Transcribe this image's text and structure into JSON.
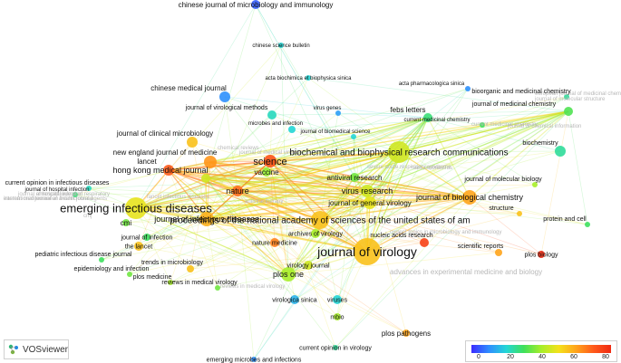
{
  "logo": {
    "name": "VOSviewer"
  },
  "legend": {
    "ticks": [
      "0",
      "20",
      "40",
      "60",
      "80"
    ],
    "min": 0,
    "max": 80
  },
  "network": {
    "nodes": [
      {
        "id": "cjmi",
        "label": "chinese journal of microbiology and immunology",
        "score": 5
      },
      {
        "id": "csb",
        "label": "chinese science bulletin",
        "score": 20
      },
      {
        "id": "abbs",
        "label": "acta biochimica et biophysica sinica",
        "score": 20
      },
      {
        "id": "cmj",
        "label": "chinese medical journal",
        "score": 10
      },
      {
        "id": "aps",
        "label": "acta pharmacologica sinica",
        "score": 10
      },
      {
        "id": "bmcc",
        "label": "bioorganic and medicinal chemistry",
        "score": 25
      },
      {
        "id": "jvm",
        "label": "journal of virological methods",
        "score": 22
      },
      {
        "id": "vg",
        "label": "virus genes",
        "score": 12
      },
      {
        "id": "febs",
        "label": "febs letters",
        "score": 28
      },
      {
        "id": "jmc",
        "label": "journal of medicinal chemistry",
        "score": 32
      },
      {
        "id": "mi",
        "label": "microbes and infection",
        "score": 20
      },
      {
        "id": "cmc",
        "label": "current medicinal chemistry",
        "score": 30
      },
      {
        "id": "jbs",
        "label": "journal of biomedical science",
        "score": 20
      },
      {
        "id": "jcm",
        "label": "journal of clinical microbiology",
        "score": 55
      },
      {
        "id": "bbrc",
        "label": "biochemical and biophysical research communications",
        "score": 45
      },
      {
        "id": "biochem",
        "label": "biochemistry",
        "score": 25
      },
      {
        "id": "nejm",
        "label": "new england journal of medicine",
        "score": 62
      },
      {
        "id": "lancet",
        "label": "lancet",
        "score": 70
      },
      {
        "id": "science",
        "label": "science",
        "score": 72
      },
      {
        "id": "vaccine",
        "label": "vaccine",
        "score": 38
      },
      {
        "id": "hkmj",
        "label": "hong kong medical journal",
        "score": 45
      },
      {
        "id": "antiviral",
        "label": "antiviral research",
        "score": 35
      },
      {
        "id": "nature",
        "label": "nature",
        "score": 68
      },
      {
        "id": "jmb",
        "label": "journal of molecular biology",
        "score": 40
      },
      {
        "id": "coid",
        "label": "current opinion in infectious diseases",
        "score": 22
      },
      {
        "id": "jhi",
        "label": "journal of hospital infection",
        "score": 28
      },
      {
        "id": "virres",
        "label": "virus research",
        "score": 45
      },
      {
        "id": "jgv",
        "label": "journal of general virology",
        "score": 48
      },
      {
        "id": "jbc",
        "label": "journal of biological chemistry",
        "score": 60
      },
      {
        "id": "eid",
        "label": "emerging infectious diseases",
        "score": 48
      },
      {
        "id": "jid",
        "label": "journal of infectious diseases",
        "score": 58
      },
      {
        "id": "pnas",
        "label": "proceedings of the national academy of sciences of the united states of am",
        "score": 55
      },
      {
        "id": "structure",
        "label": "structure",
        "score": 55
      },
      {
        "id": "cmi",
        "label": "cmi",
        "score": 35
      },
      {
        "id": "proteincell",
        "label": "protein and cell",
        "score": 30
      },
      {
        "id": "jinf",
        "label": "journal of infection",
        "score": 30
      },
      {
        "id": "archvir",
        "label": "archives of virology",
        "score": 40
      },
      {
        "id": "lancetl",
        "label": "the lancet",
        "score": 55
      },
      {
        "id": "natmed",
        "label": "nature medicine",
        "score": 65
      },
      {
        "id": "jvirol",
        "label": "journal of virology",
        "score": 55
      },
      {
        "id": "nar",
        "label": "nucleic acids research",
        "score": 75
      },
      {
        "id": "scirep",
        "label": "scientific reports",
        "score": 60
      },
      {
        "id": "ploscb",
        "label": "plos biology",
        "score": 80
      },
      {
        "id": "pidj",
        "label": "pediatric infectious disease journal",
        "score": 30
      },
      {
        "id": "tim",
        "label": "trends in microbiology",
        "score": 55
      },
      {
        "id": "ploso",
        "label": "plos one",
        "score": 40
      },
      {
        "id": "eai",
        "label": "epidemiology and infection",
        "score": 35
      },
      {
        "id": "vj",
        "label": "virology journal",
        "score": 45
      },
      {
        "id": "plosmed",
        "label": "plos medicine",
        "score": 40
      },
      {
        "id": "rmv",
        "label": "reviews in medical virology",
        "score": 35
      },
      {
        "id": "vs",
        "label": "virologica sinica",
        "score": 15
      },
      {
        "id": "viruses",
        "label": "viruses",
        "score": 20
      },
      {
        "id": "mbio",
        "label": "mbio",
        "score": 40
      },
      {
        "id": "ppath",
        "label": "plos pathogens",
        "score": 60
      },
      {
        "id": "coiv",
        "label": "current opinion in virology",
        "score": 25
      },
      {
        "id": "emi",
        "label": "emerging microbes and infections",
        "score": 10
      }
    ],
    "faint_labels": [
      "international journal of antimicrobial agents",
      "european journal of medicinal chemistry",
      "journal of molecular structure",
      "current medicinal chemistry",
      "chemical reviews",
      "journal of chemical information",
      "journal of medical virology",
      "severe acute respiratory syndrome",
      "sars coronavirus",
      "american journal of respiratory",
      "eastern mediterranean health journal",
      "journal of hospital infection",
      "advances in experimental medicine and biology",
      "current topics in microbiology and immunology",
      "reviews in medical virology",
      "fancet infectious diseases",
      "antiviral therapy",
      "cmj"
    ]
  }
}
